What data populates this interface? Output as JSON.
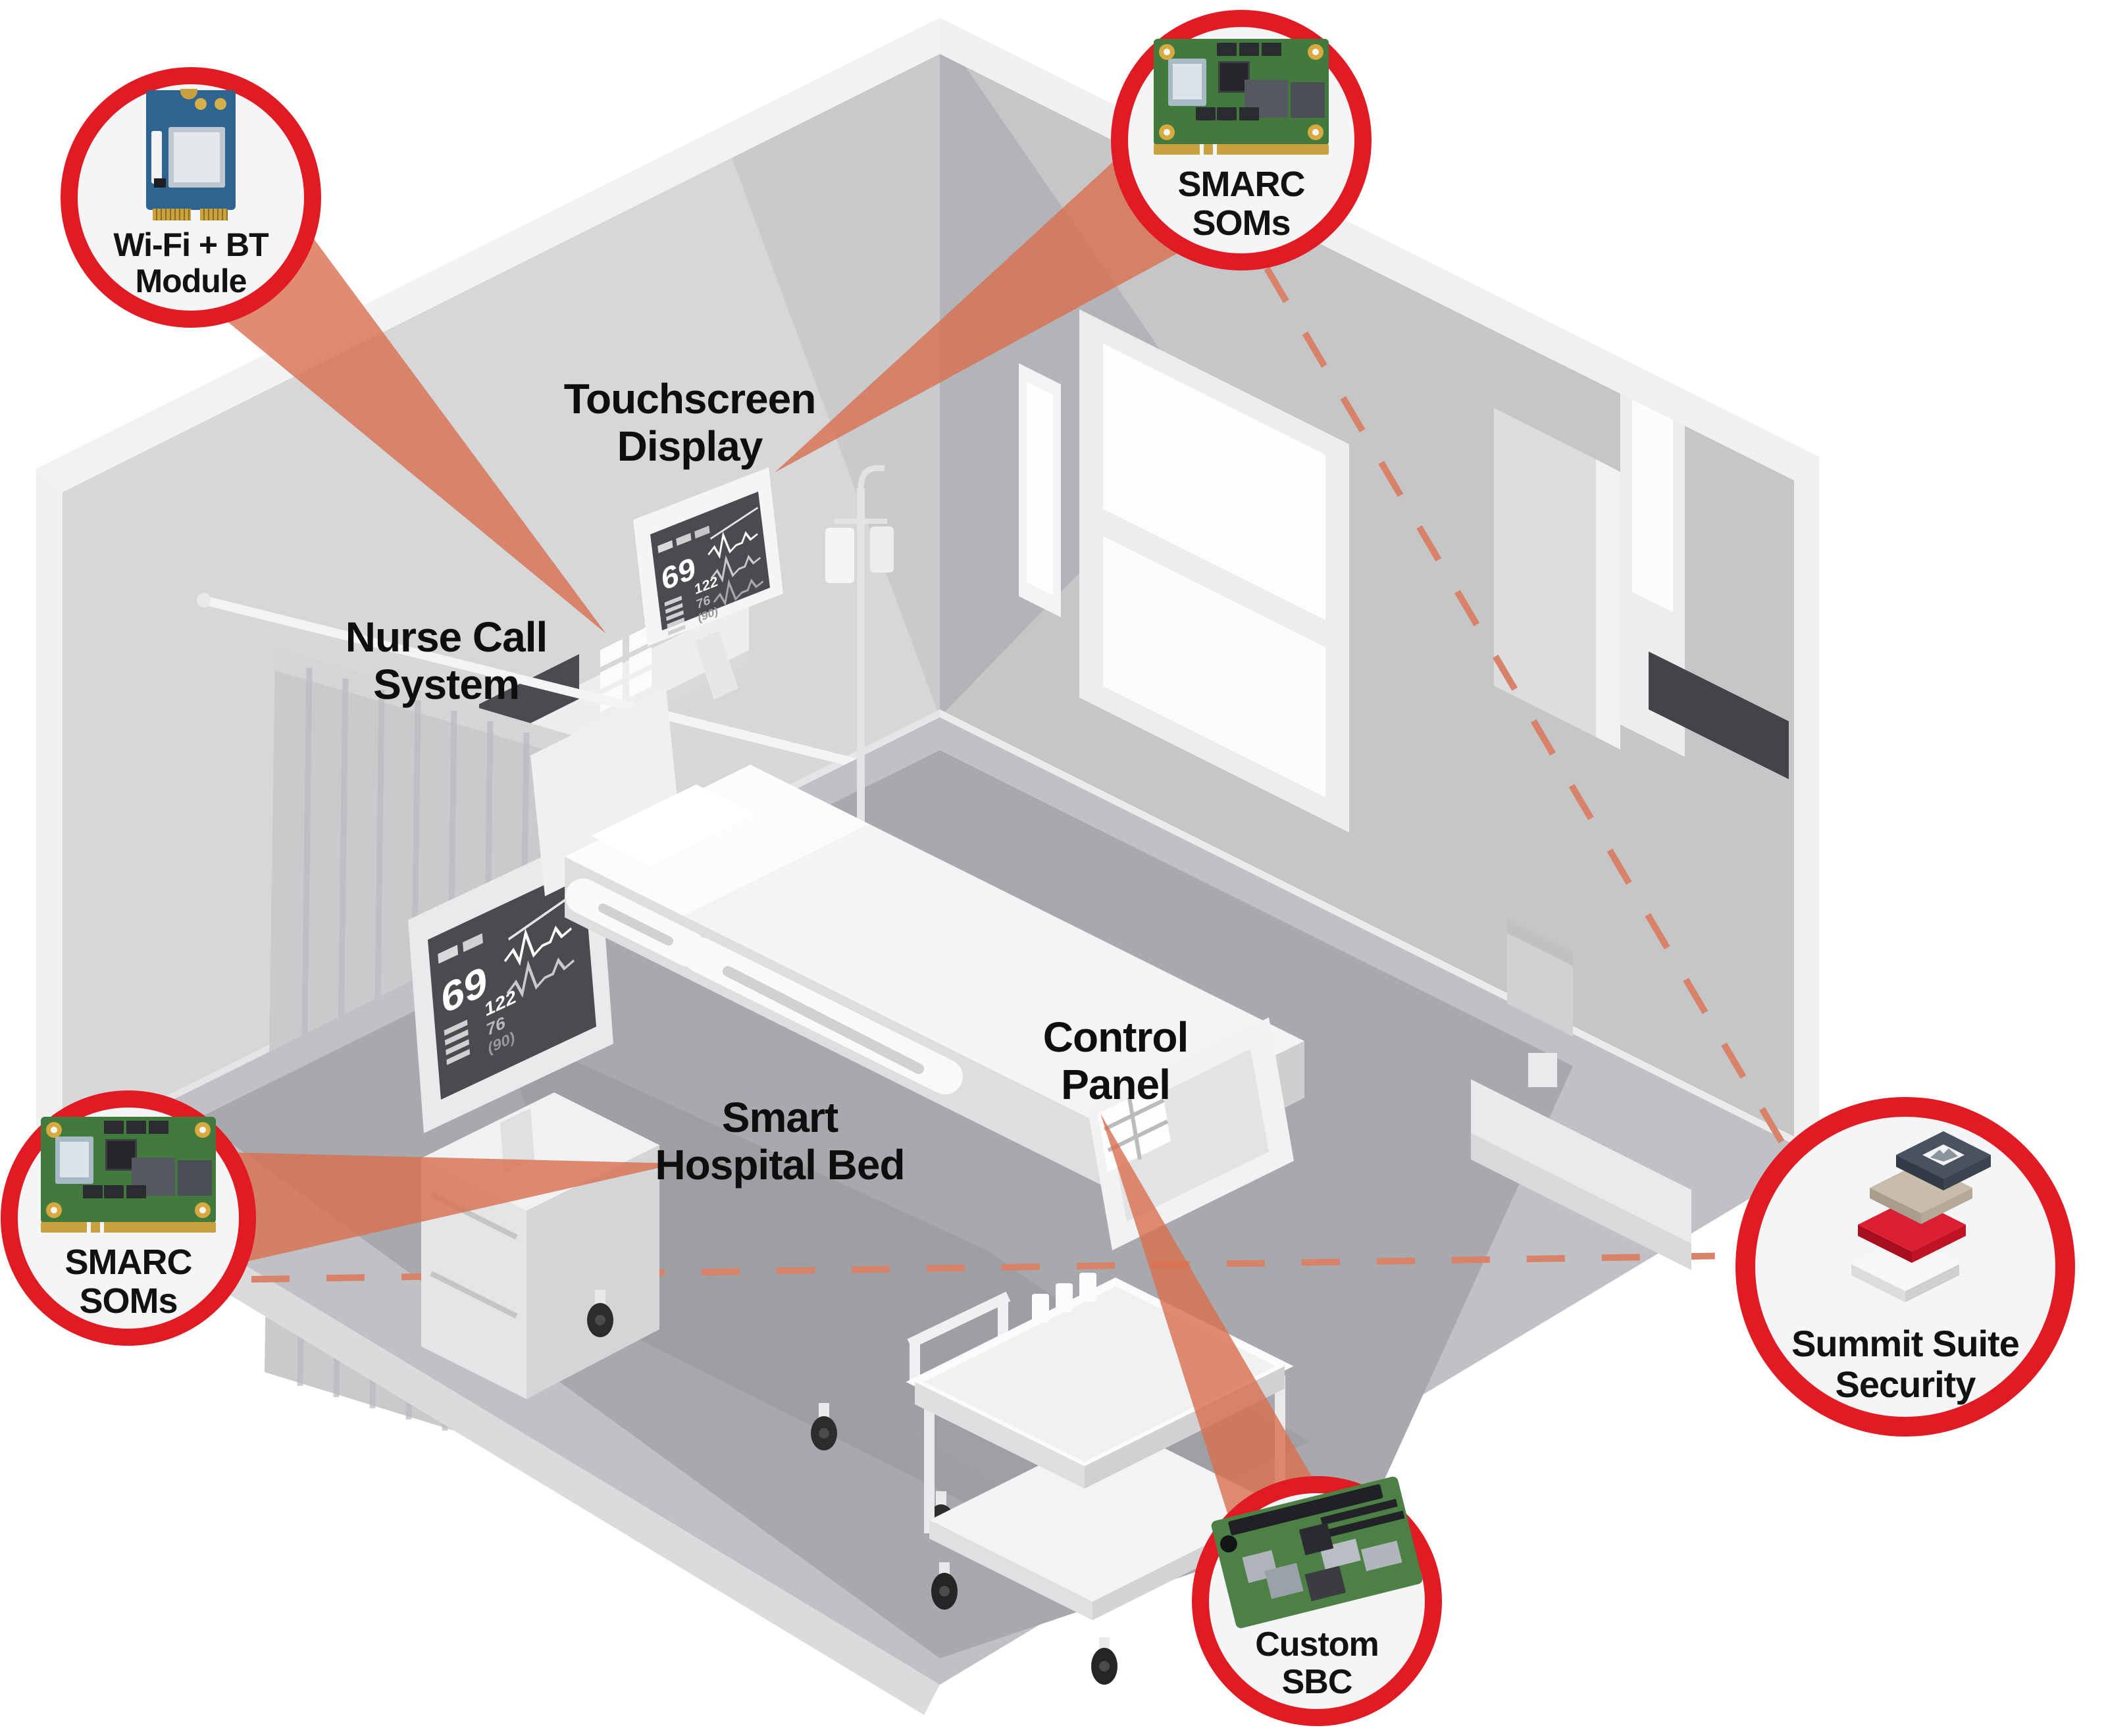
{
  "colors": {
    "accent_red": "#e11b24",
    "beam_salmon": "#d86f4f",
    "dash_salmon": "#d9826a",
    "wall_light": "#d6d7d9",
    "wall_medium": "#c4c6c8",
    "floor": "#c0c1c4"
  },
  "callouts": {
    "wifi": {
      "line1": "Wi-Fi + BT",
      "line2": "Module",
      "image": "wifi-bt-m2-module-photo"
    },
    "smarc_top": {
      "line1": "SMARC",
      "line2": "SOMs",
      "image": "smarc-som-board-photo"
    },
    "smarc_left": {
      "line1": "SMARC",
      "line2": "SOMs",
      "image": "smarc-som-board-photo"
    },
    "custom_sbc": {
      "line1": "Custom",
      "line2": "SBC",
      "image": "custom-sbc-board-photo"
    },
    "summit": {
      "line1": "Summit Suite",
      "line2": "Security",
      "image": "summit-suite-layer-stack-icon"
    }
  },
  "room_labels": {
    "touchscreen": {
      "line1": "Touchscreen",
      "line2": "Display"
    },
    "nurse_call": {
      "line1": "Nurse Call",
      "line2": "System"
    },
    "bed": {
      "line1": "Smart",
      "line2": "Hospital Bed"
    },
    "control_panel": {
      "line1": "Control",
      "line2": "Panel"
    }
  },
  "monitor": {
    "heart_rate": "69",
    "systolic": "122",
    "diastolic": "76",
    "map": "(90)"
  }
}
